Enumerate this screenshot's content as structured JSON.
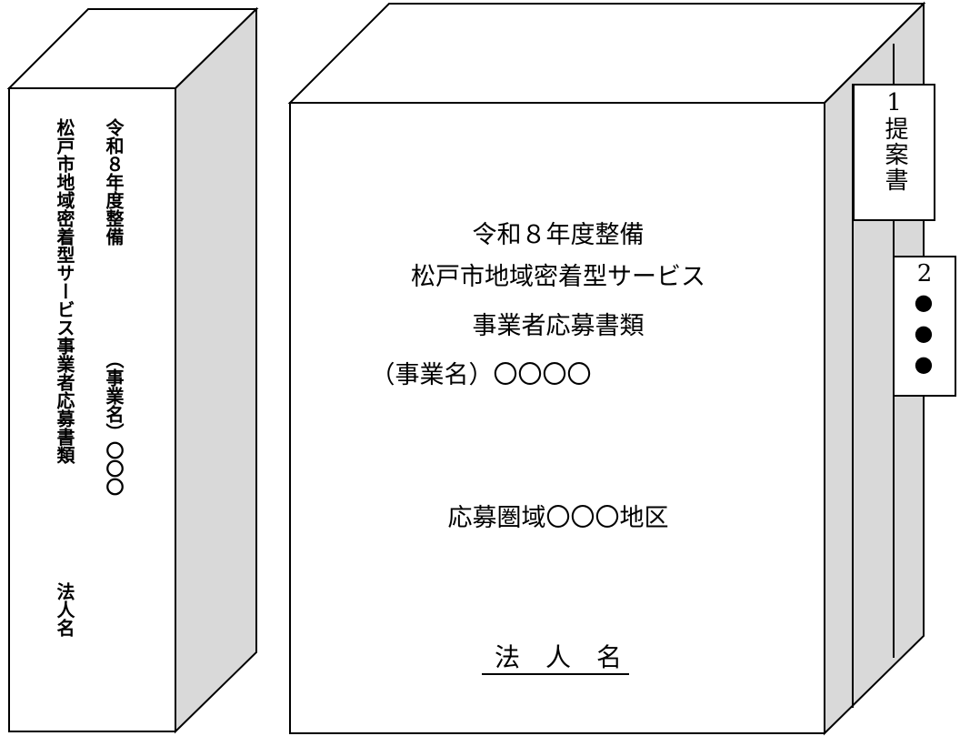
{
  "spine": {
    "line1": "令和８年度整備",
    "line1_name": "（事業名）〇〇〇",
    "line2": "松戸市地域密着型サービス事業者応募書類",
    "line2_corp": "法人名"
  },
  "front": {
    "title1": "令和８年度整備",
    "title2": "松戸市地域密着型サービス",
    "title3": "事業者応募書類",
    "project": "（事業名）〇〇〇〇",
    "area": "応募圏域〇〇〇地区",
    "corp": "法　人　名"
  },
  "tabs": [
    {
      "number": "1",
      "label": "提案書"
    },
    {
      "number": "2",
      "label": "●●●"
    }
  ],
  "colors": {
    "side": "#d9d9d9",
    "line": "#000000",
    "face": "#ffffff"
  }
}
